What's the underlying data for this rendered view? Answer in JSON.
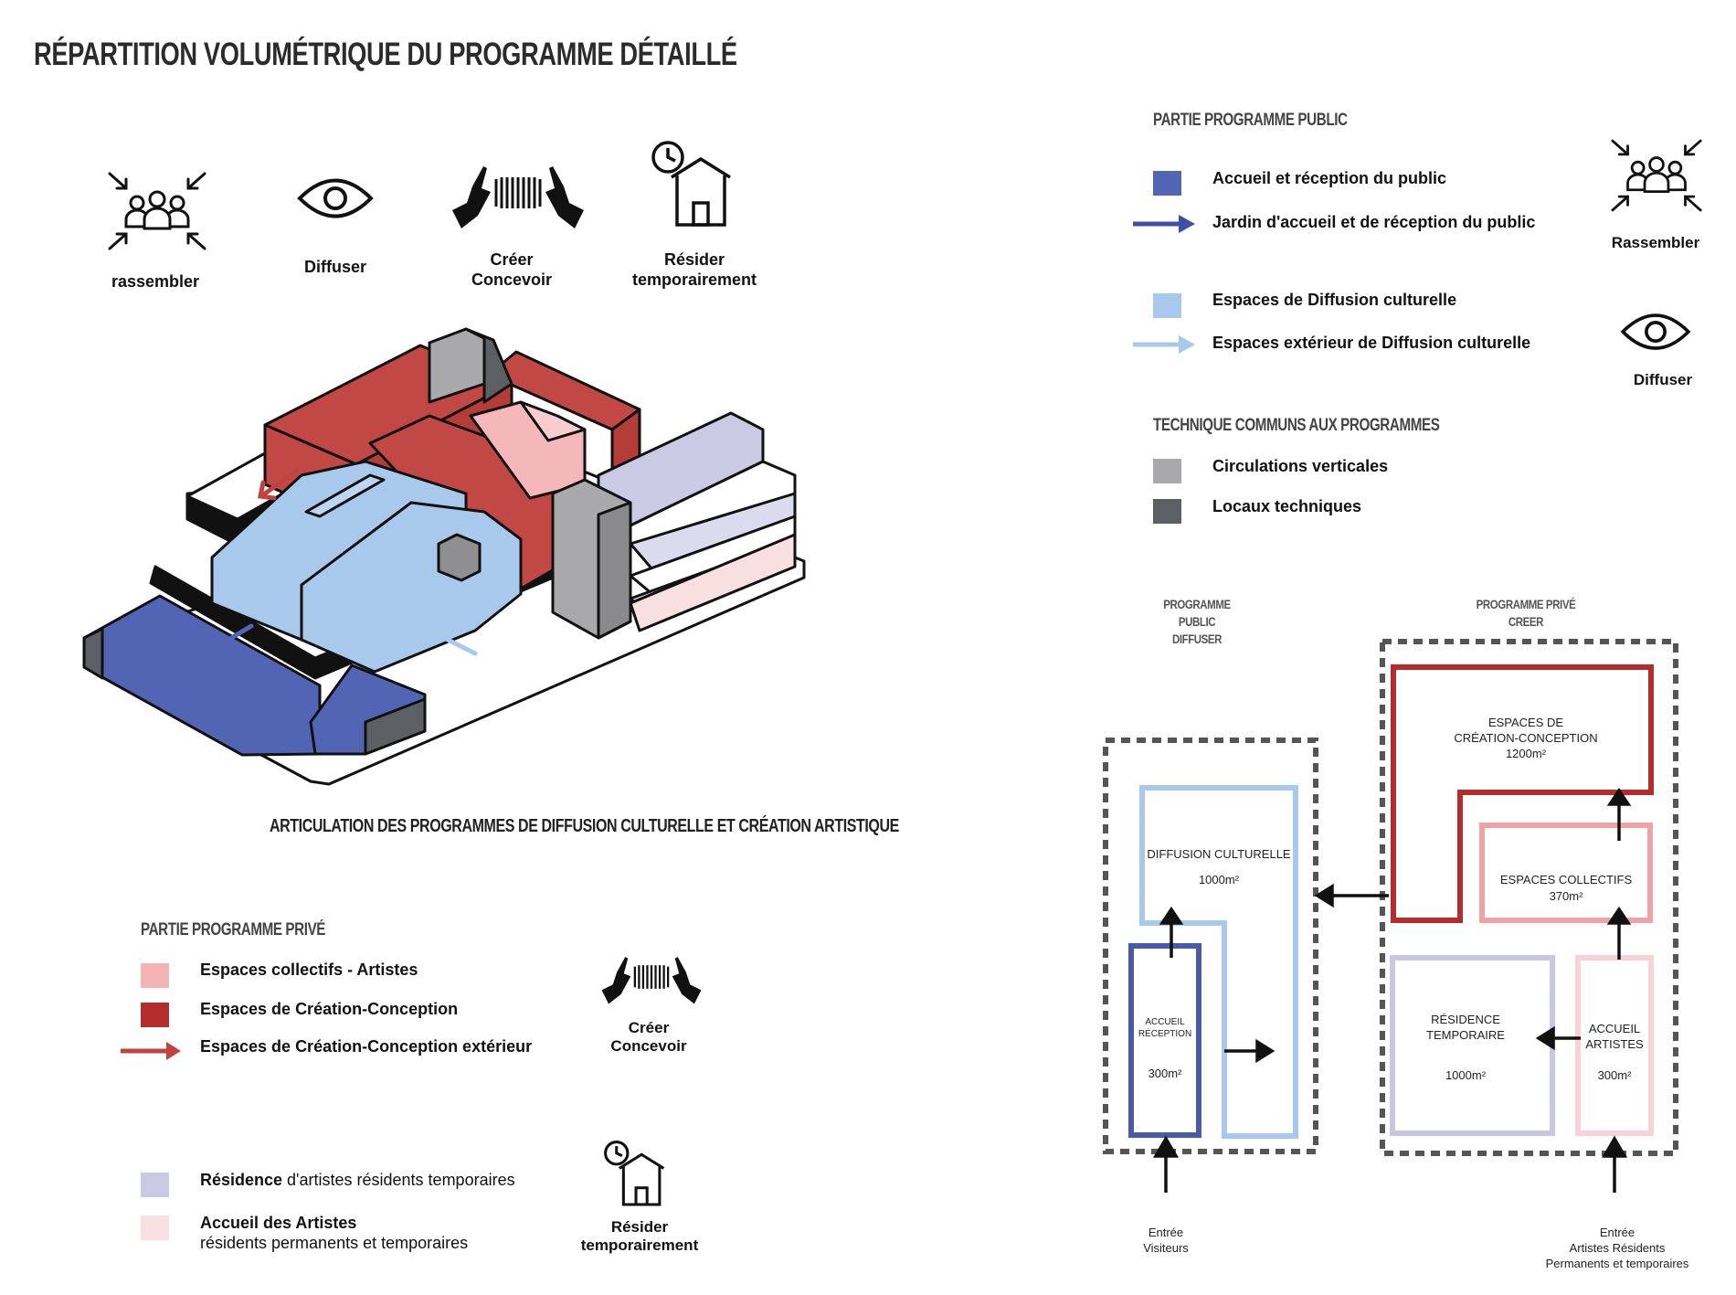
{
  "title": "RÉPARTITION VOLUMÉTRIQUE DU PROGRAMME DÉTAILLÉ",
  "top_icons": [
    {
      "icon": "gather-people-icon",
      "label": "rassembler"
    },
    {
      "icon": "eye-icon",
      "label": "Diffuser"
    },
    {
      "icon": "hands-create-icon",
      "label": "Créer\nConcevoir"
    },
    {
      "icon": "house-clock-icon",
      "label": "Résider\ntemporairement"
    }
  ],
  "axo_caption": "ARTICULATION DES PROGRAMMES DE DIFFUSION CULTURELLE ET CRÉATION ARTISTIQUE",
  "public_legend": {
    "heading": "PARTIE PROGRAMME PUBLIC",
    "items": [
      {
        "type": "swatch",
        "color": "#5264b4",
        "label": "Accueil et réception du public"
      },
      {
        "type": "arrow",
        "color": "#3f4fa8",
        "label": "Jardin d'accueil et de réception du public"
      },
      {
        "type": "swatch",
        "color": "#a8c8ec",
        "label": "Espaces de Diffusion culturelle"
      },
      {
        "type": "arrow",
        "color": "#a8c8ec",
        "label": "Espaces extérieur de Diffusion culturelle"
      }
    ],
    "icons": [
      {
        "icon": "gather-people-icon",
        "label": "Rassembler"
      },
      {
        "icon": "eye-icon",
        "label": "Diffuser"
      }
    ]
  },
  "tech_legend": {
    "heading": "TECHNIQUE COMMUNS AUX PROGRAMMES",
    "items": [
      {
        "color": "#a9a9ab",
        "label": "Circulations verticales"
      },
      {
        "color": "#5c5f63",
        "label": "Locaux techniques"
      }
    ]
  },
  "private_legend": {
    "heading": "PARTIE PROGRAMME PRIVÉ",
    "items": [
      {
        "type": "swatch",
        "color": "#f4b3b5",
        "label": "Espaces collectifs - Artistes"
      },
      {
        "type": "swatch",
        "color": "#b52c2e",
        "label": "Espaces de Création-Conception"
      },
      {
        "type": "arrow",
        "color": "#c0433f",
        "label": "Espaces de Création-Conception extérieur"
      }
    ],
    "items2": [
      {
        "color": "#cbcae4",
        "bold": "Résidence",
        "rest": " d'artistes résidents temporaires"
      },
      {
        "color": "#f8dfe0",
        "bold": "Accueil des Artistes",
        "rest": "résidents permanents et temporaires"
      }
    ],
    "icon_create": {
      "icon": "hands-create-icon",
      "label": "Créer\nConcevoir"
    },
    "icon_reside": {
      "icon": "house-clock-icon",
      "label": "Résider\ntemporairement"
    }
  },
  "flow_diagram": {
    "public_header": "PROGRAMME PUBLIC\nDIFFUSER",
    "private_header": "PROGRAMME PRIVÉ\nCREER",
    "boxes": {
      "diffusion": {
        "name": "DIFFUSION CULTURELLE",
        "area": "1000m²",
        "color": "#a8c8ec"
      },
      "accueil_reception": {
        "name": "ACCUEIL\nRÉCEPTION",
        "area": "300m²",
        "color": "#4a5aa8"
      },
      "creation": {
        "name": "ESPACES DE\nCRÉATION-CONCEPTION",
        "area": "1200m²",
        "color": "#b52c2e"
      },
      "collectifs": {
        "name": "ESPACES COLLECTIFS",
        "area": "370m²",
        "color": "#f0a3a6"
      },
      "residence": {
        "name": "RÉSIDENCE\nTEMPORAIRE",
        "area": "1000m²",
        "color": "#c9c6e0"
      },
      "accueil_artistes": {
        "name": "ACCUEIL\nARTISTES",
        "area": "300m²",
        "color": "#f8d3d5"
      }
    },
    "entries": {
      "visitors": "Entrée\nVisiteurs",
      "artists": "Entrée\nArtistes Résidents\nPermanents et temporaires"
    }
  }
}
